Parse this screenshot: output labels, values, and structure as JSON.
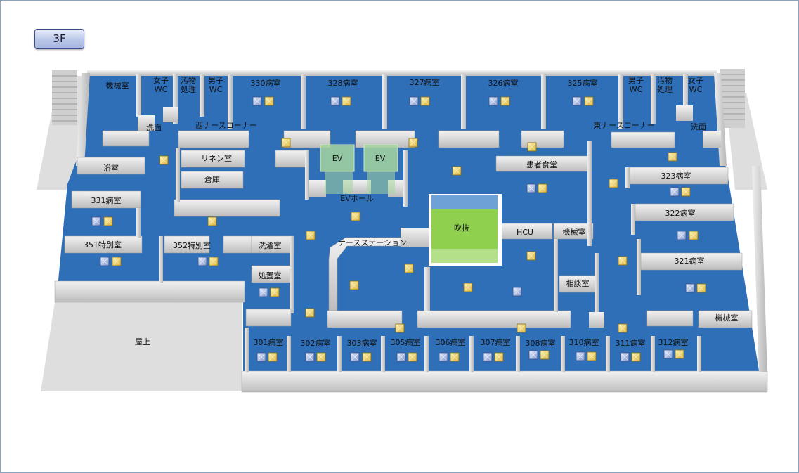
{
  "floor": {
    "label": "3F"
  },
  "colors": {
    "floor_blue": "#2f6fb8",
    "wall_gray": "#c8c8c8",
    "wall_light": "#e4e4e4",
    "ground": "#dcdcdc",
    "atrium_green": "#8fd14f",
    "atrium_blue": "#6ea2d6",
    "ev_green": "#a6d6a0"
  },
  "labels": {
    "kikai_nw": "機械室",
    "josi_wc_w": "女子\nWC",
    "obutsu_w": "汚物\n処理",
    "danshi_wc_w": "男子\nWC",
    "r330": "330病室",
    "r328": "328病室",
    "r327": "327病室",
    "r326": "326病室",
    "r325": "325病室",
    "danshi_wc_e": "男子\nWC",
    "obutsu_e": "汚物\n処理",
    "josi_wc_e": "女子\nWC",
    "senmen_w": "洗面",
    "nishi_nurse": "西ナースコーナー",
    "higashi_nurse": "東ナースコーナー",
    "senmen_e": "洗面",
    "linen": "リネン室",
    "ev1": "EV",
    "ev2": "EV",
    "kanja_shokudo": "患者食堂",
    "yokushitsu": "浴室",
    "souko": "倉庫",
    "r323": "323病室",
    "ev_hall": "EVホール",
    "r331": "331病室",
    "r322": "322病室",
    "fukinuke": "吹抜",
    "hcu": "HCU",
    "kikai_c": "機械室",
    "r351": "351特別室",
    "r352": "352特別室",
    "sentaku": "洗濯室",
    "nurse_station": "ナースステーション",
    "r321": "321病室",
    "shochi": "処置室",
    "soudan": "相談室",
    "kikai_se": "機械室",
    "okujo": "屋上",
    "r301": "301病室",
    "r302": "302病室",
    "r303": "303病室",
    "r305": "305病室",
    "r306": "306病室",
    "r307": "307病室",
    "r308": "308病室",
    "r310": "310病室",
    "r311": "311病室",
    "r312": "312病室"
  }
}
